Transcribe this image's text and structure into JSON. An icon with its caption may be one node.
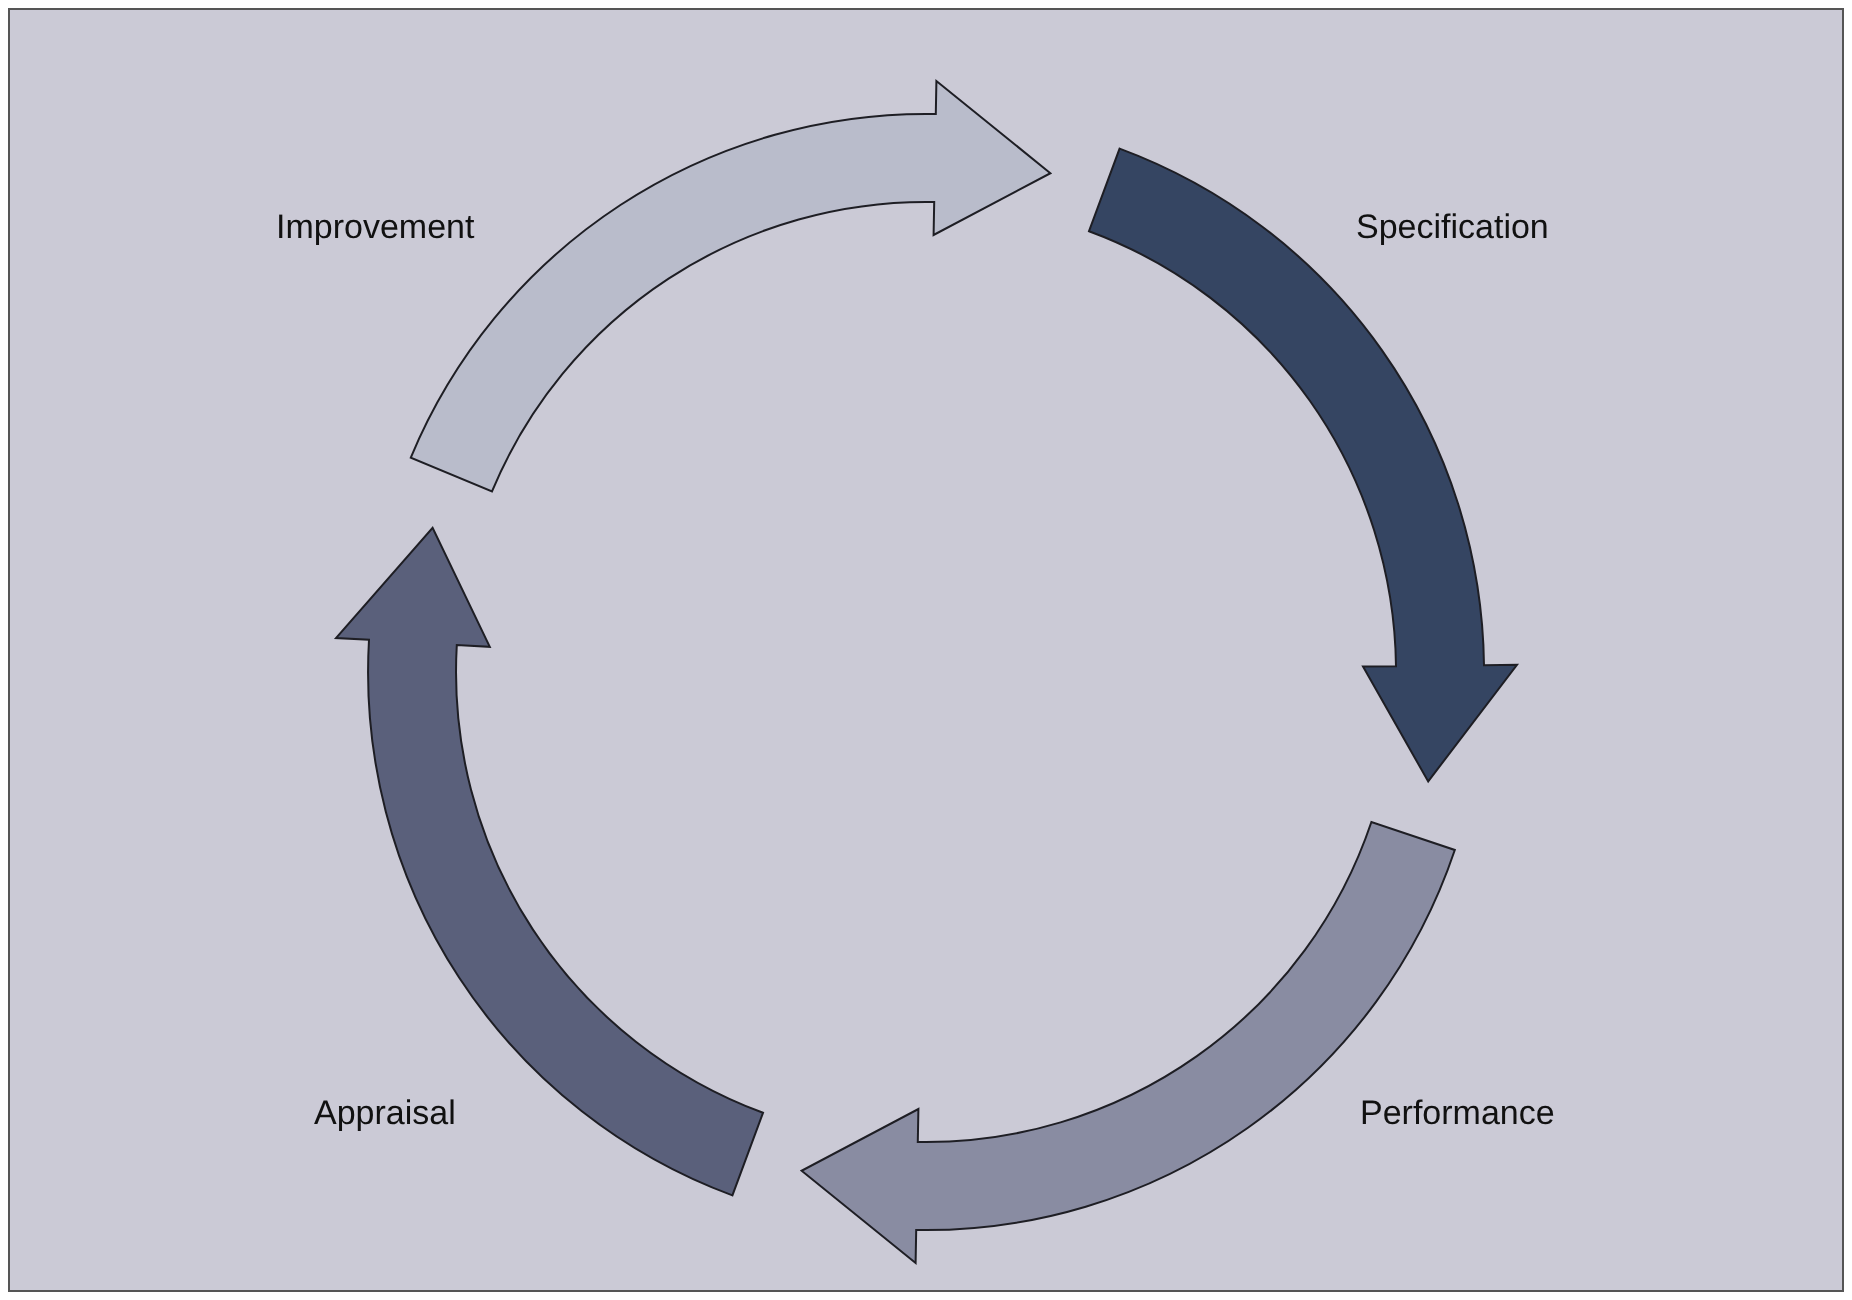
{
  "diagram": {
    "nodes": [
      {
        "text": [
          "Improvement"
        ]
      },
      {
        "text": [
          "Specification"
        ]
      },
      {
        "text": [
          "Performance"
        ]
      },
      {
        "text": [
          "Appraisal"
        ]
      }
    ],
    "edges": [
      {
        "from": 0,
        "to": 1,
        "arrow": "to",
        "style": "thick",
        "color": "#b9bccb"
      },
      {
        "from": 1,
        "to": 2,
        "arrow": "to",
        "style": "thick",
        "color": "#354562"
      },
      {
        "from": 2,
        "to": 3,
        "arrow": "to",
        "style": "thick",
        "color": "#898ca2"
      },
      {
        "from": 3,
        "to": 0,
        "arrow": "to",
        "style": "thick",
        "color": "#5a607b"
      }
    ]
  }
}
